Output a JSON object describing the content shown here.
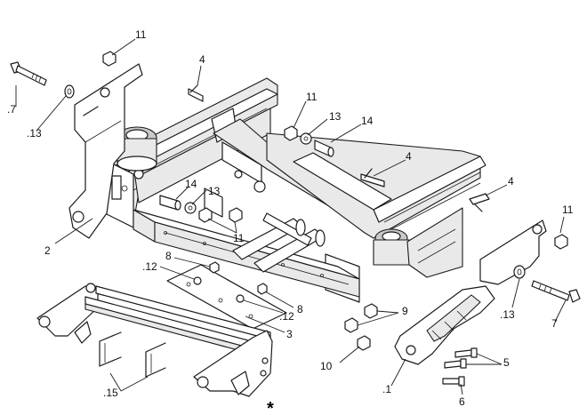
{
  "diagram": {
    "callouts": [
      {
        "key": "c11a",
        "text": "11"
      },
      {
        "key": "c4a",
        "text": "4"
      },
      {
        "key": "c7a",
        "text": ".7"
      },
      {
        "key": "c13a",
        "text": ".13"
      },
      {
        "key": "c11b",
        "text": "11"
      },
      {
        "key": "c13b",
        "text": "13"
      },
      {
        "key": "c14a",
        "text": "14"
      },
      {
        "key": "c4b",
        "text": "4"
      },
      {
        "key": "c14b",
        "text": "14"
      },
      {
        "key": "c13c",
        "text": "13"
      },
      {
        "key": "c4c",
        "text": "4"
      },
      {
        "key": "c11c",
        "text": "11"
      },
      {
        "key": "c2",
        "text": "2"
      },
      {
        "key": "c11d",
        "text": "11"
      },
      {
        "key": "c8a",
        "text": "8"
      },
      {
        "key": "c12a",
        "text": ".12"
      },
      {
        "key": "c12b",
        "text": ".12"
      },
      {
        "key": "c8b",
        "text": "8"
      },
      {
        "key": "c9",
        "text": "9"
      },
      {
        "key": "c3",
        "text": "3"
      },
      {
        "key": "c13d",
        "text": ".13"
      },
      {
        "key": "c7b",
        "text": "7"
      },
      {
        "key": "c10",
        "text": "10"
      },
      {
        "key": "c5",
        "text": "5"
      },
      {
        "key": "c15",
        "text": ".15"
      },
      {
        "key": "c1",
        "text": ".1"
      },
      {
        "key": "c6",
        "text": "6"
      }
    ],
    "footnote_mark": "*"
  }
}
